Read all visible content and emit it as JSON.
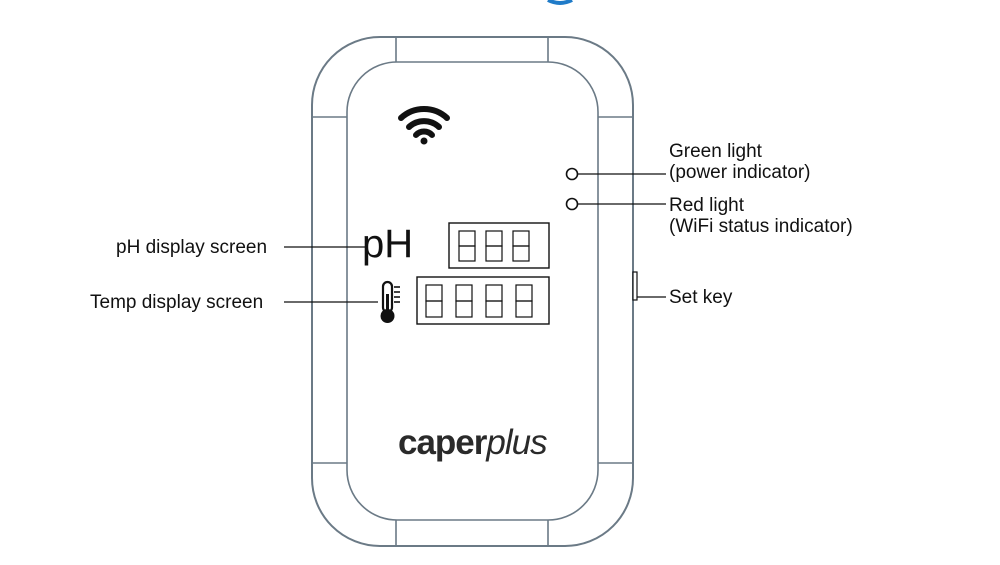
{
  "device": {
    "ph_label": "pH",
    "brand_bold": "caper",
    "brand_light": "plus",
    "ph_digit_count": 3,
    "temp_digit_count": 4
  },
  "labels": {
    "green_light": "Green light",
    "green_light_desc": "(power indicator)",
    "red_light": "Red light",
    "red_light_desc": "(WiFi status indicator)",
    "set_key": "Set key",
    "ph_screen": "pH display screen",
    "temp_screen": "Temp display screen"
  },
  "icons": {
    "wifi": "wifi-icon",
    "thermometer": "thermometer-icon"
  },
  "colors": {
    "outline": "#6b7a86",
    "line": "#111111",
    "top_accent": "#1f7bc8"
  }
}
